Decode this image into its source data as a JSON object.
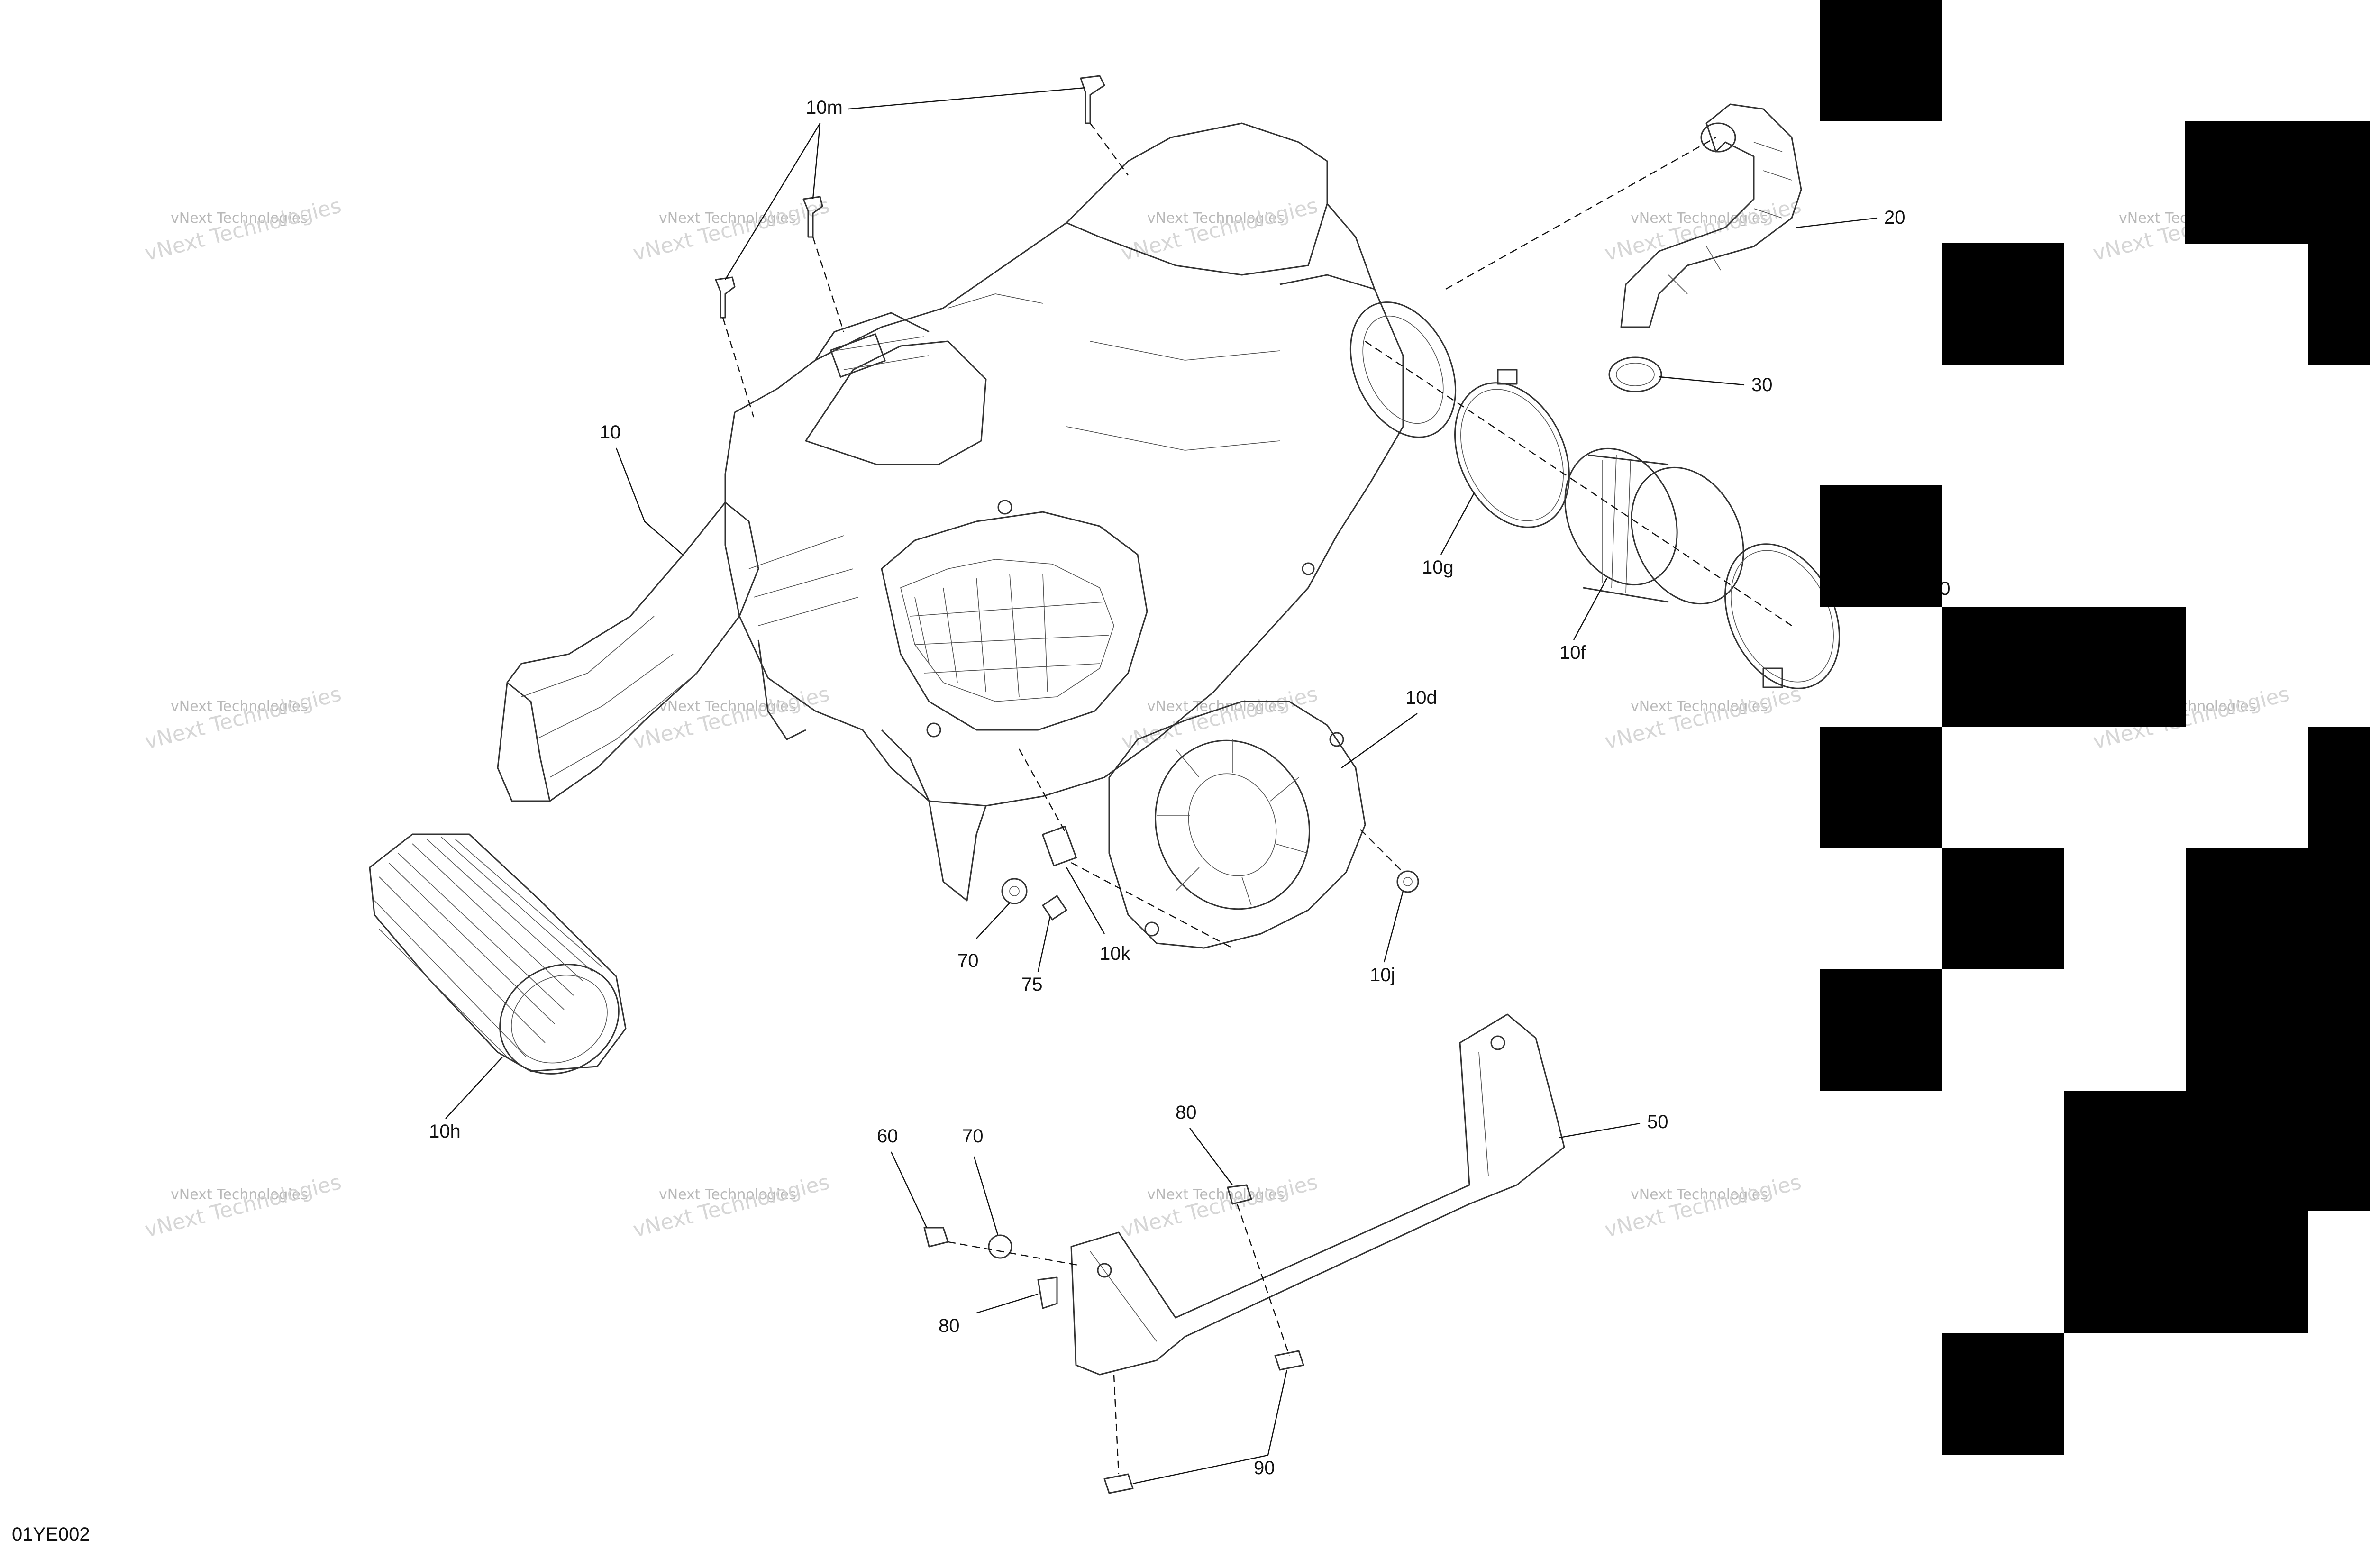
{
  "diagram_id": "01YE002",
  "watermark": {
    "line1": "vNext Technologies",
    "line2": "vNext Technologies"
  },
  "callouts": [
    {
      "id": "c-10m",
      "text": "10m"
    },
    {
      "id": "c-20",
      "text": "20"
    },
    {
      "id": "c-30",
      "text": "30"
    },
    {
      "id": "c-10",
      "text": "10"
    },
    {
      "id": "c-10g",
      "text": "10g"
    },
    {
      "id": "c-10f",
      "text": "10f"
    },
    {
      "id": "c-40",
      "text": "40"
    },
    {
      "id": "c-10d",
      "text": "10d"
    },
    {
      "id": "c-70a",
      "text": "70"
    },
    {
      "id": "c-75",
      "text": "75"
    },
    {
      "id": "c-10k",
      "text": "10k"
    },
    {
      "id": "c-10j",
      "text": "10j"
    },
    {
      "id": "c-10h",
      "text": "10h"
    },
    {
      "id": "c-60",
      "text": "60"
    },
    {
      "id": "c-70b",
      "text": "70"
    },
    {
      "id": "c-80a",
      "text": "80"
    },
    {
      "id": "c-80b",
      "text": "80"
    },
    {
      "id": "c-50",
      "text": "50"
    },
    {
      "id": "c-90",
      "text": "90"
    }
  ]
}
